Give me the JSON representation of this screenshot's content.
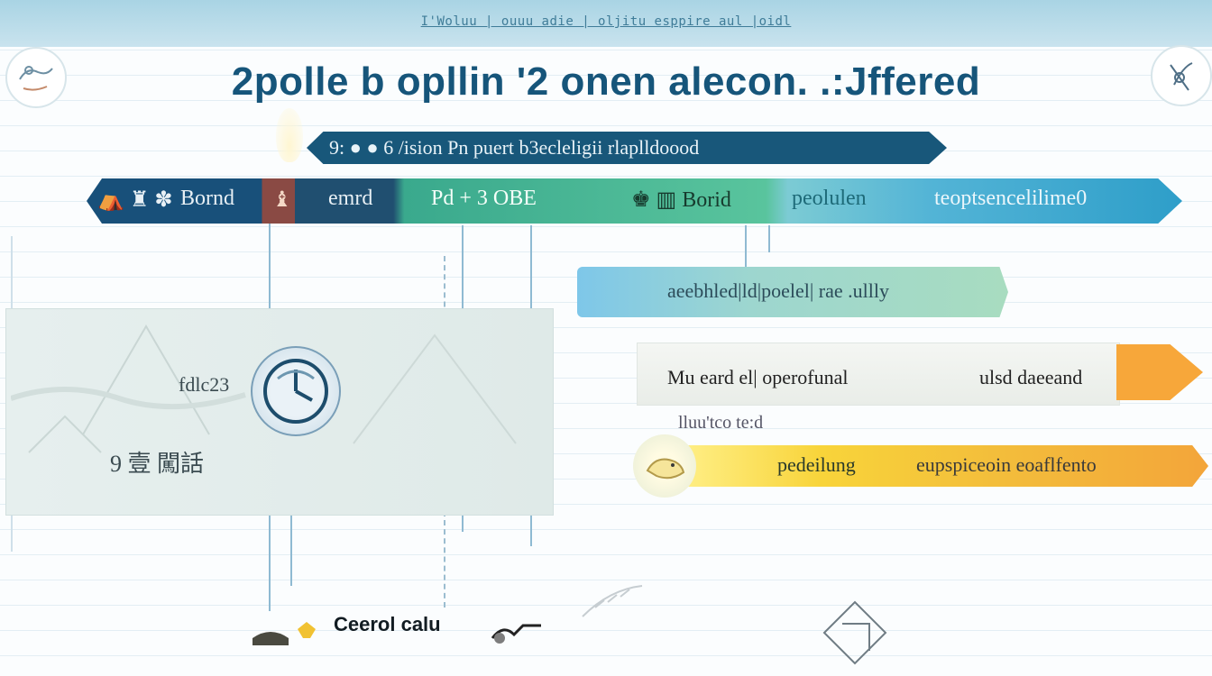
{
  "header": {
    "top_text": "I'Woluu | ouuu adie | oljitu esppire aul |oidl",
    "title": "2polle b opllin '2 onen alecon. .:Jffered"
  },
  "subtitle_bar": {
    "text": "9:  ● ● 6  /ision  Pn  puert  b3ecleligii  rlaplldoood"
  },
  "stage_bar": {
    "segments": [
      {
        "label": "Bornd",
        "color": "#18507a"
      },
      {
        "label": "emrd",
        "color": "#204f70"
      },
      {
        "label": "Pd + 3   OBE",
        "color": "#3aa98d"
      },
      {
        "label": "Borid",
        "color": "#59c49d"
      },
      {
        "label": "peolulen",
        "color": "#7ccbd4"
      },
      {
        "label": "teoptsencelilime0",
        "color": "#2e9ec9"
      }
    ]
  },
  "left_panel": {
    "label_top": "fdlc23",
    "label_mid": "9 壹   闖話"
  },
  "ribbons": [
    {
      "text": "aeebhled|ld|poelel| rae  .ullly",
      "color": "#9dd6cf"
    },
    {
      "text_left": "Mu eard el| operofunal",
      "text_right": "ulsd daeeand",
      "sub_text": "lluu'tco  te:d",
      "color": "#f7a73a"
    },
    {
      "text_left": "pedeilung",
      "text_right": "eupspiceoin eoaflfento",
      "color": "#f3be3b"
    }
  ],
  "footer": {
    "text": "Ceerol  calu"
  }
}
